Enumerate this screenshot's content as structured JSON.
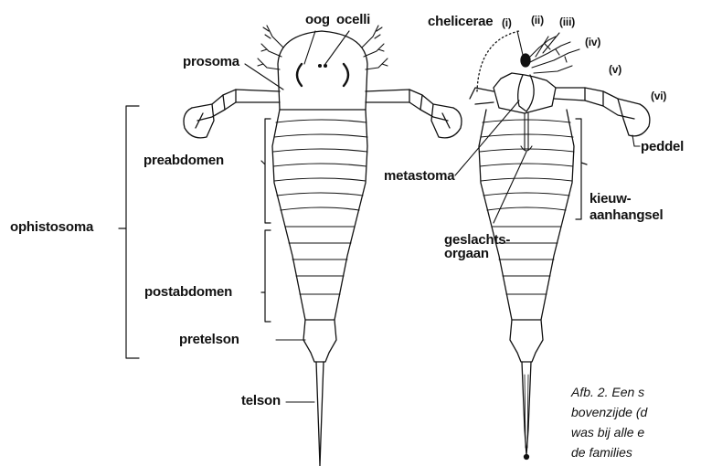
{
  "labels": {
    "oog": "oog",
    "ocelli": "ocelli",
    "prosoma": "prosoma",
    "preabdomen": "preabdomen",
    "ophistosoma": "ophistosoma",
    "postabdomen": "postabdomen",
    "pretelson": "pretelson",
    "telson": "telson",
    "chelicerae": "chelicerae",
    "leg_i": "(i)",
    "leg_ii": "(ii)",
    "leg_iii": "(iii)",
    "leg_iv": "(iv)",
    "leg_v": "(v)",
    "leg_vi": "(vi)",
    "peddel": "peddel",
    "metastoma": "metastoma",
    "kieuw_line1": "kieuw-",
    "kieuw_line2": "aanhangsel",
    "geslachts_line1": "geslachts-",
    "geslachts_line2": "orgaan"
  },
  "caption": {
    "line1": "Afb. 2. Een s",
    "line2": "bovenzijde (d",
    "line3": "was bij alle e",
    "line4": "de families"
  }
}
